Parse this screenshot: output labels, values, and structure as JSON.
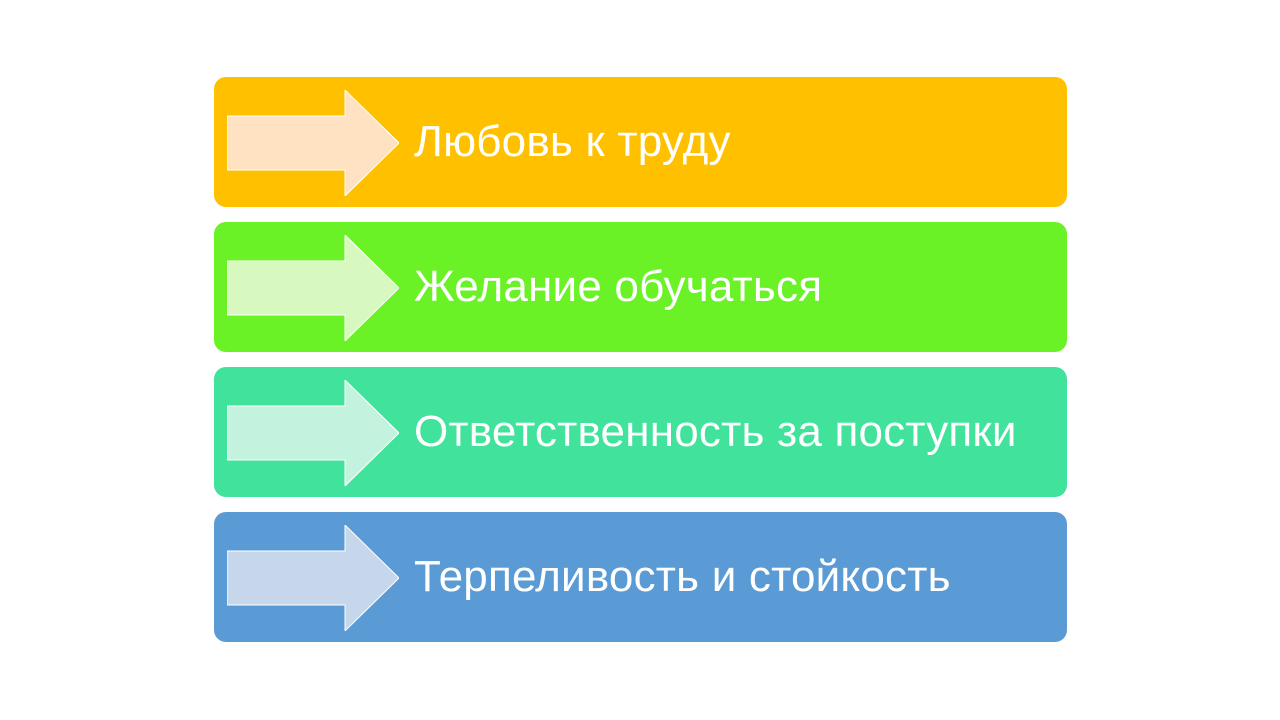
{
  "items": [
    {
      "label": "Любовь к труду",
      "color": "#FFC000",
      "arrow_color": "#FFE2C2",
      "icon": "right-arrow-icon"
    },
    {
      "label": "Желание обучаться",
      "color": "#6AF227",
      "arrow_color": "#D7F9BF",
      "icon": "right-arrow-icon"
    },
    {
      "label": "Ответственность за поступки",
      "color": "#41E29B",
      "arrow_color": "#C3F2DE",
      "icon": "right-arrow-icon"
    },
    {
      "label": "Терпеливость и стойкость",
      "color": "#5B9BD5",
      "arrow_color": "#C6D7EC",
      "icon": "right-arrow-icon"
    }
  ]
}
